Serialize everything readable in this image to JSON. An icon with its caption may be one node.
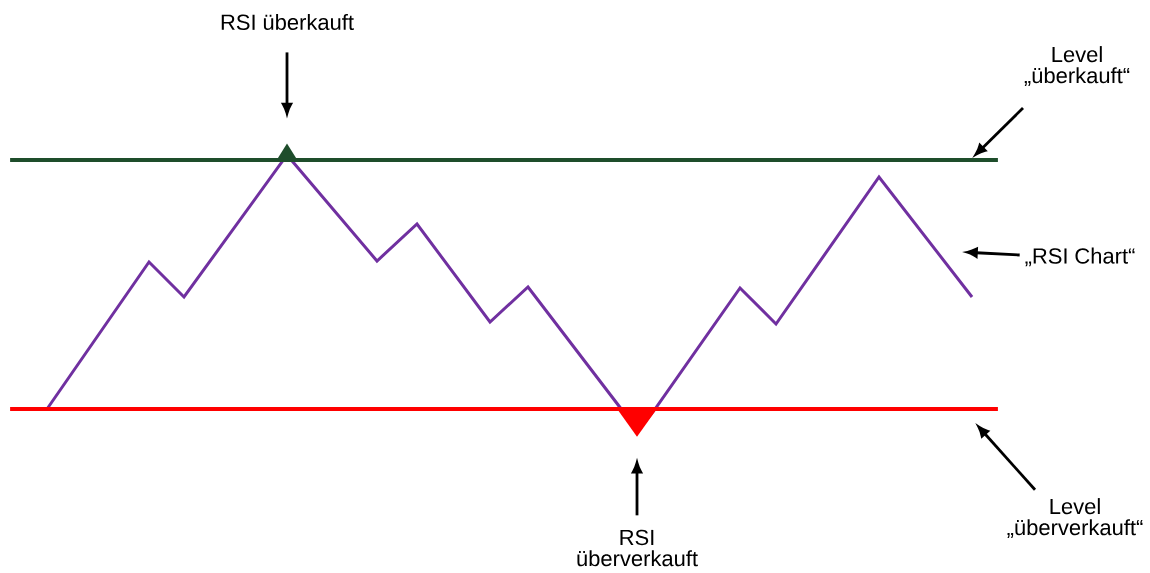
{
  "diagram": {
    "nodes": [
      {
        "text": [
          "RSI überkauft"
        ]
      },
      {
        "text": [],
        "shape": "triangle"
      },
      {
        "text": [
          "Level „überkauft“"
        ]
      },
      {
        "text": [],
        "shape": "line"
      },
      {
        "text": [
          "„RSI Chart“"
        ]
      },
      {
        "text": [],
        "shape": "triangle"
      },
      {
        "text": [
          "RSI überverkauft"
        ]
      },
      {
        "text": [],
        "shape": "line"
      },
      {
        "text": [
          "Level „überverkauft“"
        ]
      }
    ],
    "edges": [
      {
        "from": 0,
        "to": 1,
        "arrow": "to"
      },
      {
        "from": 2,
        "to": 3,
        "arrow": "to"
      },
      {
        "from": 4,
        "to": null,
        "arrow": "to"
      },
      {
        "from": 6,
        "to": 5,
        "arrow": "to"
      },
      {
        "from": 8,
        "to": 7,
        "arrow": "to"
      }
    ]
  }
}
